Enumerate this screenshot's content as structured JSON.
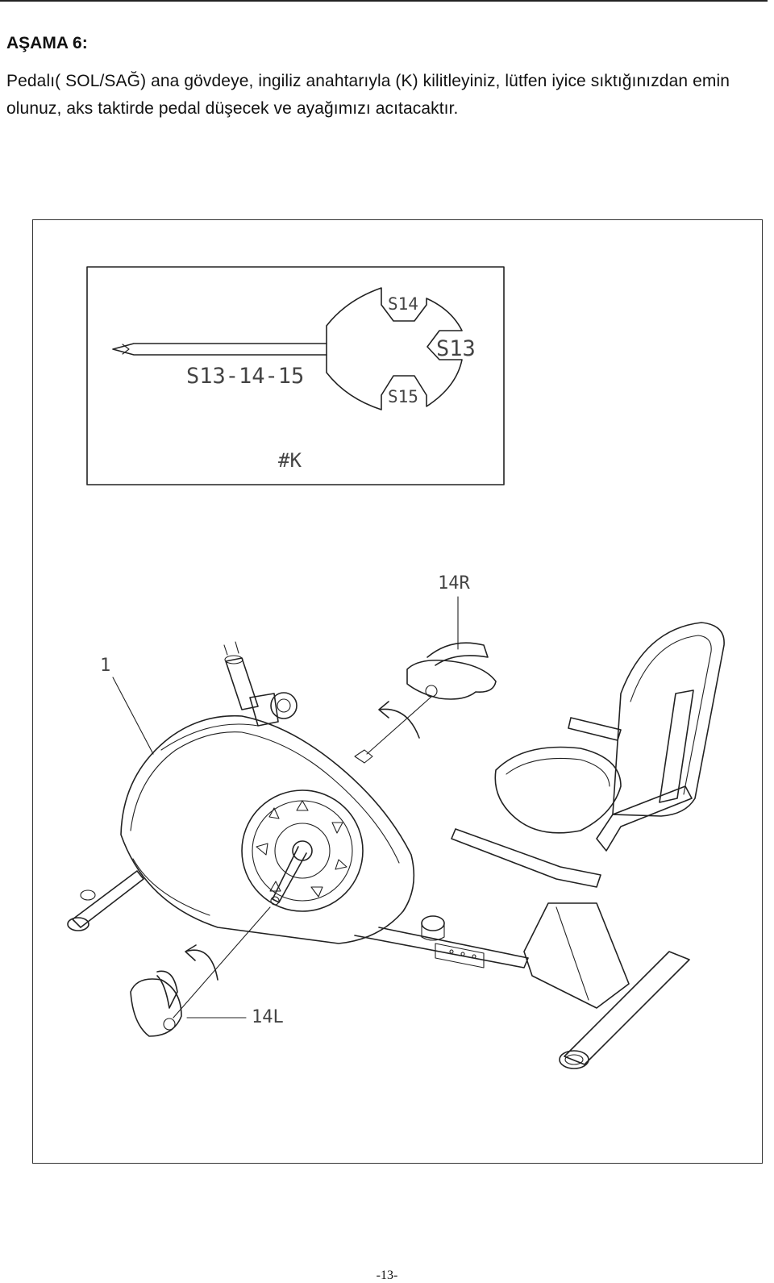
{
  "step": {
    "title": "AŞAMA 6:",
    "text": "Pedalı( SOL/SAĞ) ana gövdeye, ingiliz anahtarıyla (K) kilitleyiniz, lütfen iyice sıktığınızdan emin olunuz, aks taktirde pedal düşecek ve ayağımızı acıtacaktır."
  },
  "tool": {
    "handle_label": "S13-14-15",
    "sizes": [
      "S14",
      "S13",
      "S15"
    ],
    "part_id": "#K"
  },
  "parts": {
    "frame": "1",
    "right_pedal": "14R",
    "left_pedal": "14L"
  },
  "page_number": "-13-"
}
